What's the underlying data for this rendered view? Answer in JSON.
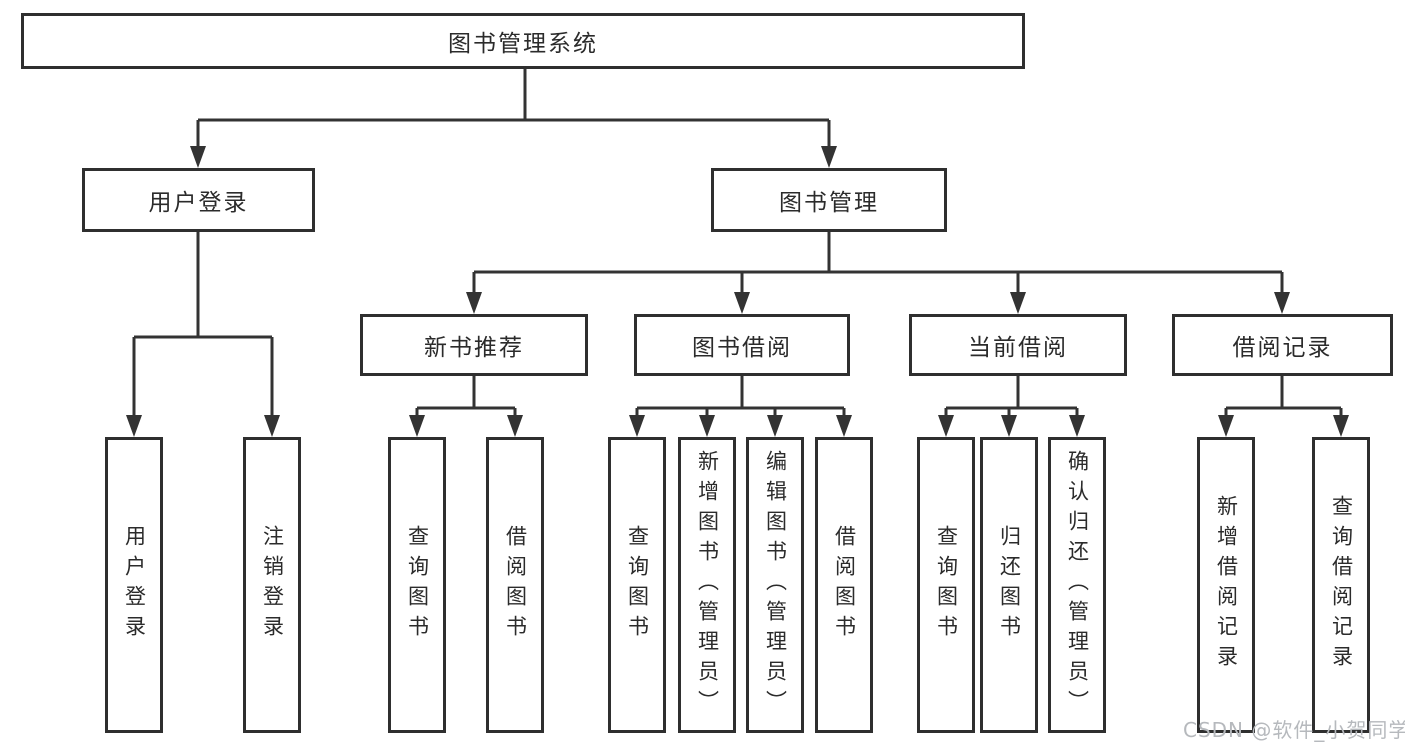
{
  "diagram": {
    "root_label": "图书管理系统",
    "user_login": {
      "label": "用户登录",
      "children": [
        "用户登录",
        "注销登录"
      ]
    },
    "book_mgmt": {
      "label": "图书管理",
      "sections": {
        "new_book": {
          "label": "新书推荐",
          "children": [
            "查询图书",
            "借阅图书"
          ]
        },
        "book_borrow": {
          "label": "图书借阅",
          "children": [
            "查询图书",
            "新增图书（管理员）",
            "编辑图书（管理员）",
            "借阅图书"
          ]
        },
        "current_borrow": {
          "label": "当前借阅",
          "children": [
            "查询图书",
            "归还图书",
            "确认归还（管理员）"
          ]
        },
        "borrow_record": {
          "label": "借阅记录",
          "children": [
            "新增借阅记录",
            "查询借阅记录"
          ]
        }
      }
    }
  },
  "watermark": {
    "text": "CSDN @软件_小贺同学"
  },
  "colors": {
    "line": "#333333",
    "box_border": "#2f2f2f",
    "text": "#2b2b2b",
    "watermark": "#b6b9bd",
    "background": "#ffffff"
  }
}
